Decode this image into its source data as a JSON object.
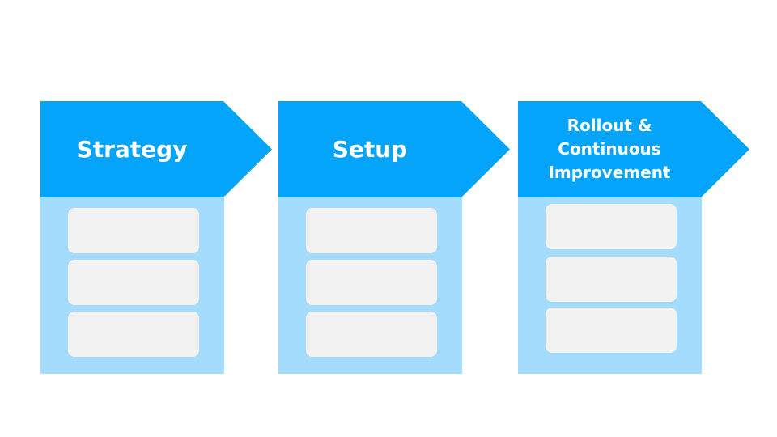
{
  "stages": [
    {
      "title": "Strategy",
      "slots": [
        "",
        "",
        ""
      ]
    },
    {
      "title": "Setup",
      "slots": [
        "",
        "",
        ""
      ]
    },
    {
      "title": "Rollout &\nContinuous\nImprovement",
      "slots": [
        "",
        "",
        ""
      ]
    }
  ],
  "colors": {
    "header": "#03a4fa",
    "body": "#a3dcfd",
    "slot": "#f2f2f2",
    "text": "#ffffff"
  }
}
